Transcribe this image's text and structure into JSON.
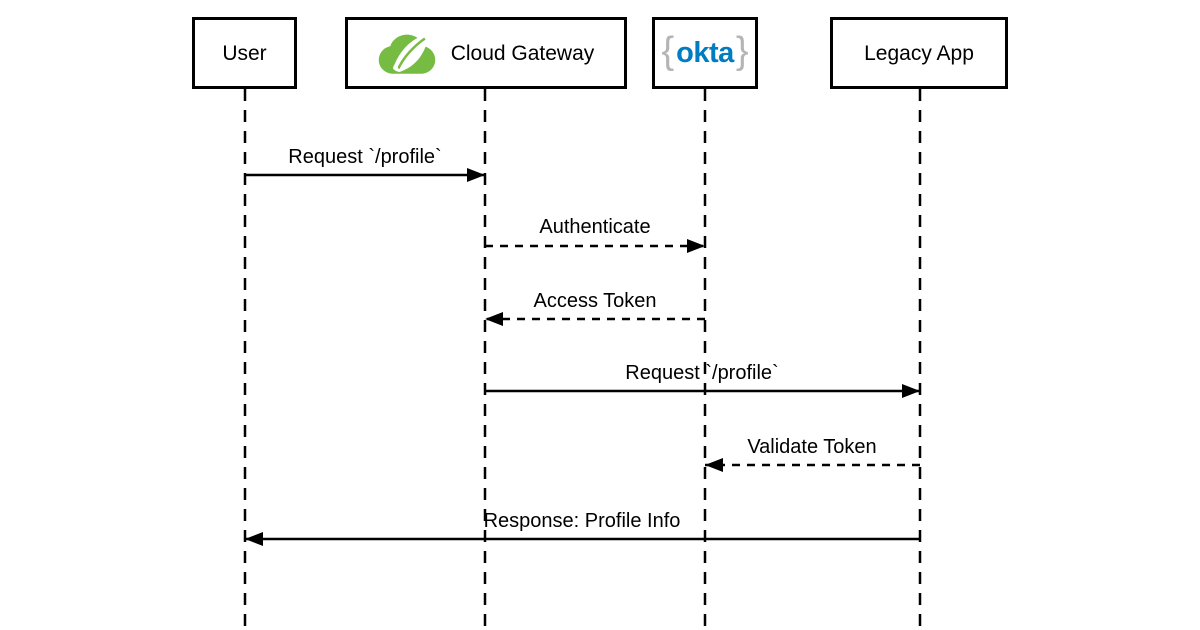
{
  "diagram": {
    "type": "sequence-diagram",
    "background_color": "#ffffff",
    "actors": [
      {
        "id": "user",
        "label": "User"
      },
      {
        "id": "cloud-gateway",
        "label": "Cloud Gateway",
        "icon": "spring-cloud-leaf-icon"
      },
      {
        "id": "okta",
        "label": "okta",
        "brace_left": "{",
        "brace_right": "}",
        "icon": "okta-wordmark"
      },
      {
        "id": "legacy-app",
        "label": "Legacy App"
      }
    ],
    "messages": [
      {
        "from": "user",
        "to": "cloud-gateway",
        "label": "Request `/profile`",
        "line_style": "solid",
        "direction": "right"
      },
      {
        "from": "cloud-gateway",
        "to": "okta",
        "label": "Authenticate",
        "line_style": "dashed",
        "direction": "right"
      },
      {
        "from": "okta",
        "to": "cloud-gateway",
        "label": "Access Token",
        "line_style": "dashed",
        "direction": "left"
      },
      {
        "from": "cloud-gateway",
        "to": "legacy-app",
        "label": "Request `/profile`",
        "line_style": "solid",
        "direction": "right"
      },
      {
        "from": "legacy-app",
        "to": "okta",
        "label": "Validate Token",
        "line_style": "dashed",
        "direction": "left"
      },
      {
        "from": "legacy-app",
        "to": "user",
        "label": "Response: Profile Info",
        "line_style": "solid",
        "direction": "left"
      }
    ],
    "colors": {
      "line": "#000000",
      "text": "#000000",
      "spring_green": "#76BC43",
      "okta_blue": "#007DC1",
      "okta_brace_gray": "#B5B5B5"
    }
  }
}
